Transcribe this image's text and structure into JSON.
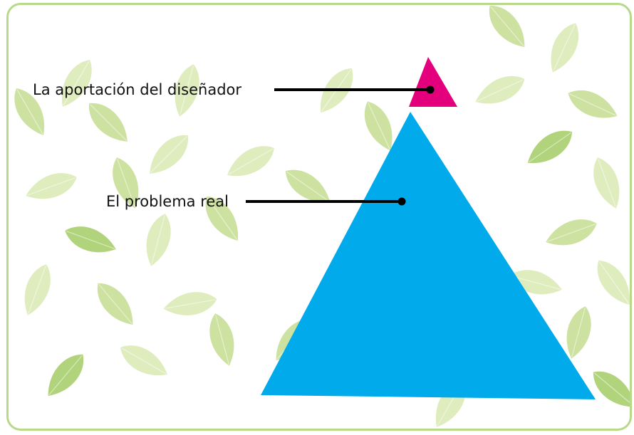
{
  "diagram": {
    "top_label": "La aportación del diseñador",
    "bottom_label": "El problema real"
  },
  "colors": {
    "frame_border": "#b9d98a",
    "leaf_light": "#dceab7",
    "leaf_mid": "#c8df96",
    "leaf_dark": "#a9cf6e",
    "apex": "#e4007c",
    "base": "#00aaeb",
    "connector": "#000000"
  },
  "icons": {
    "background": "leaf-pattern",
    "connector_end": "dot"
  }
}
